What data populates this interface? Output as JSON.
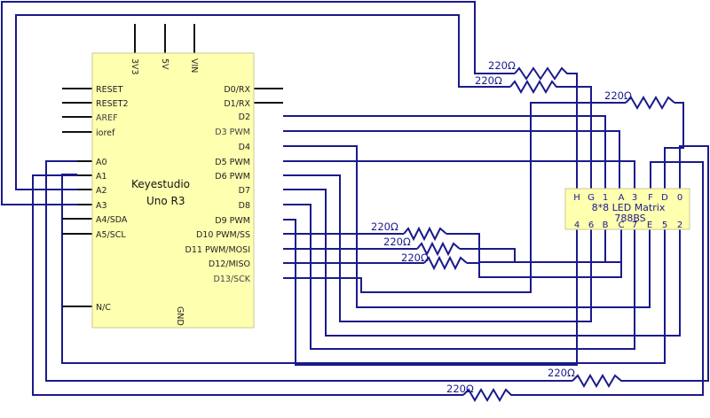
{
  "board": {
    "name": "Keyestudio",
    "model": "Uno R3",
    "top_pins": [
      "3V3",
      "5V",
      "VIN"
    ],
    "left_pins": [
      "RESET",
      "RESET2",
      "AREF",
      "ioref",
      "A0",
      "A1",
      "A2",
      "A3",
      "A4/SDA",
      "A5/SCL",
      "N/C"
    ],
    "right_pins": [
      "D0/RX",
      "D1/RX",
      "D2",
      "D3 PWM",
      "D4",
      "D5 PWM",
      "D6 PWM",
      "D7",
      "D8",
      "D9 PWM",
      "D10 PWM/SS",
      "D11 PWM/MOSI",
      "D12/MISO",
      "D13/SCK"
    ],
    "bottom_pin": "GND"
  },
  "matrix": {
    "title": "8*8 LED Matrix",
    "model": "788BS",
    "top_pins": [
      "H",
      "G",
      "1",
      "A",
      "3",
      "F",
      "D",
      "0"
    ],
    "bottom_pins": [
      "4",
      "6",
      "B",
      "C",
      "7",
      "E",
      "5",
      "2"
    ]
  },
  "resistors": [
    "220Ω",
    "220Ω",
    "220Ω",
    "220Ω",
    "220Ω",
    "220Ω",
    "220Ω",
    "220Ω"
  ],
  "colors": {
    "wire": "#1a1a8c",
    "board": "#ffffb0"
  }
}
